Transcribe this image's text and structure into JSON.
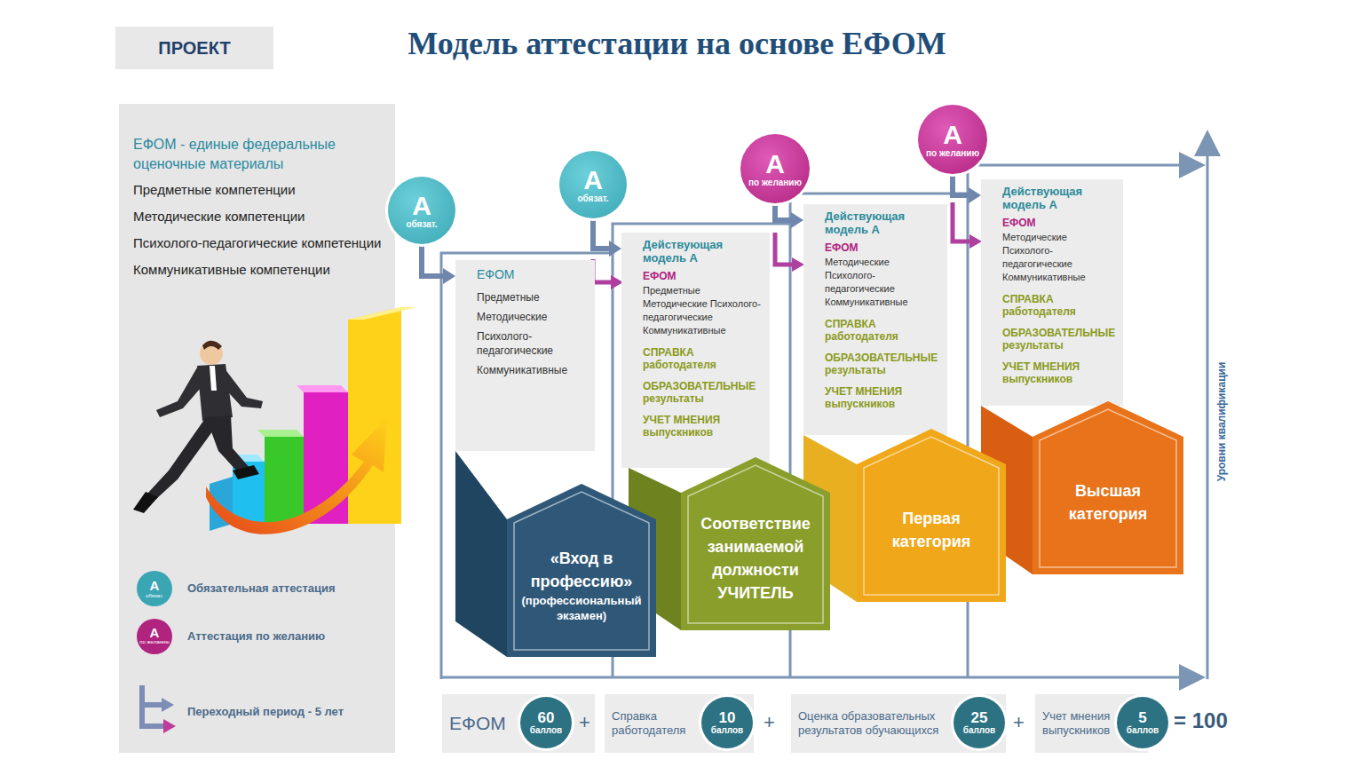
{
  "diagram": {
    "title": "Модель аттестации на основе ЕФОМ",
    "nodes": [
      {
        "text": [
          "ПРОЕКТ"
        ]
      },
      {
        "text": [
          "ЕФОМ - единые федеральные оценочные материалы",
          "Предметные компетенции",
          "Методические компетенции",
          "Психолого-педагогические компетенции",
          "Коммуникативные компетенции"
        ]
      },
      {
        "text": [
          "А",
          "обязат."
        ]
      },
      {
        "text": [
          "ЕФОМ",
          "Предметные",
          "Методические",
          "Психолого-педагогические",
          "Коммуникативные"
        ]
      },
      {
        "text": [
          "«Вход в профессию»",
          "(профессиональный экзамен)"
        ]
      },
      {
        "text": [
          "А",
          "обязат."
        ]
      },
      {
        "text": [
          "Действующая модель А",
          "ЕФОМ",
          "Предметные Методические Психолого-педагогические Коммуникативные",
          "СПРАВКА работодателя",
          "ОБРАЗОВАТЕЛЬНЫЕ результаты",
          "УЧЕТ МНЕНИЯ выпускников"
        ]
      },
      {
        "text": [
          "Соответствие занимаемой должности УЧИТЕЛЬ"
        ]
      },
      {
        "text": [
          "А",
          "по желанию"
        ]
      },
      {
        "text": [
          "Действующая модель А",
          "ЕФОМ",
          "Методические Психолого-педагогические Коммуникативные",
          "СПРАВКА работодателя",
          "ОБРАЗОВАТЕЛЬНЫЕ результаты",
          "УЧЕТ МНЕНИЯ выпускников"
        ]
      },
      {
        "text": [
          "Первая категория"
        ]
      },
      {
        "text": [
          "А",
          "по желанию"
        ]
      },
      {
        "text": [
          "Действующая модель А",
          "ЕФОМ",
          "Методические Психолого-педагогические Коммуникативные",
          "СПРАВКА работодателя",
          "ОБРАЗОВАТЕЛЬНЫЕ результаты",
          "УЧЕТ МНЕНИЯ выпускников"
        ]
      },
      {
        "text": [
          "Высшая категория"
        ]
      },
      {
        "text": [
          "ЕФОМ"
        ]
      },
      {
        "text": [
          "60",
          "баллов"
        ],
        "in": 14
      },
      {
        "text": [
          "Справка работодателя"
        ]
      },
      {
        "text": [
          "10",
          "баллов"
        ],
        "in": 16
      },
      {
        "text": [
          "Оценка образовательных результатов обучающихся"
        ]
      },
      {
        "text": [
          "25",
          "баллов"
        ],
        "in": 18
      },
      {
        "text": [
          "Учет мнения выпускников"
        ]
      },
      {
        "text": [
          "5",
          "баллов"
        ],
        "in": 20
      }
    ],
    "edges": [
      {
        "from": 2,
        "to": 3,
        "arrow": "to"
      },
      {
        "from": 5,
        "to": 6,
        "arrow": "to"
      },
      {
        "from": 8,
        "to": 9,
        "arrow": "to"
      },
      {
        "from": 11,
        "to": 12,
        "arrow": "to"
      }
    ],
    "labels": [
      "+",
      "+",
      "+",
      "= 100",
      "Уровни квалификации",
      "А",
      "обязат.",
      "А",
      "по желанию"
    ],
    "legend": [
      {
        "text": "Обязательная аттестация",
        "color": "#3aa6b4"
      },
      {
        "text": "Аттестация по желанию",
        "color": "#b0237f"
      },
      {
        "text": "Переходный период - 5 лет"
      }
    ]
  }
}
